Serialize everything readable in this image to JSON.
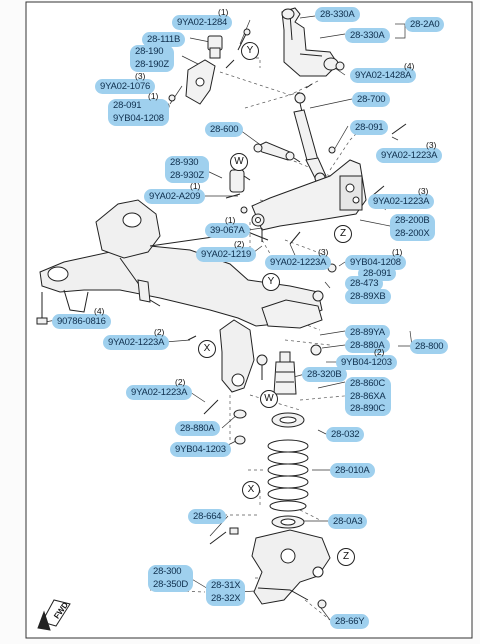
{
  "fwd_label": "FWD",
  "callouts": {
    "a28_330A_top": "28-330A",
    "a28_2A0": "28-2A0",
    "a28_330A": "28-330A",
    "a9YA02_1284": "9YA02-1284",
    "a28_111B": "28-111B",
    "a28_190": "28-190\n28-190Z",
    "a9YA02_1076": "9YA02-1076",
    "a9YA02_1428A": "9YA02-1428A",
    "a28_091_left": "28-091\n9YB04-1208",
    "a28_700": "28-700",
    "a28_600": "28-600",
    "a28_091_right": "28-091",
    "a9YA02_1223A_top": "9YA02-1223A",
    "a28_930": "28-930\n28-930Z",
    "a9YA02_A209": "9YA02-A209",
    "a9YA02_1223A_mid": "9YA02-1223A",
    "a39_067A": "39-067A",
    "a28_200B": "28-200B\n28-200X",
    "a9YA02_1219": "9YA02-1219",
    "a9YA02_1223A_c": "9YA02-1223A",
    "a9YB04_1208": "9YB04-1208",
    "a28_091_b": "28-091",
    "a28_473": "28-473",
    "a28_89XB": "28-89XB",
    "a90786_0816": "90786-0816",
    "a9YA02_1223A_left": "9YA02-1223A",
    "a28_89YA": "28-89YA",
    "a28_800": "28-800",
    "a28_880A_r": "28-880A",
    "a9YB04_1203_r": "9YB04-1203",
    "a28_320B": "28-320B",
    "a28_860C": "28-860C\n28-86XA\n28-890C",
    "a9YA02_1223A_low": "9YA02-1223A",
    "a28_880A_l": "28-880A",
    "a9YB04_1203_l": "9YB04-1203",
    "a28_032": "28-032",
    "a28_010A": "28-010A",
    "a28_664": "28-664",
    "a28_0A3": "28-0A3",
    "a28_300": "28-300\n28-350D",
    "a28_31X": "28-31X\n28-32X",
    "a28_66Y": "28-66Y"
  },
  "counts": {
    "c1": "(1)",
    "c2": "(3)",
    "c3": "(1)",
    "c4": "(4)",
    "c5": "(3)",
    "c6": "(1)",
    "c7": "(3)",
    "c8": "(1)",
    "c9": "(2)",
    "c10": "(3)",
    "c11": "(1)",
    "c12": "(4)",
    "c13": "(2)",
    "c14": "(2)",
    "c15": "(2)"
  },
  "zone_markers": {
    "y1": "Y",
    "w1": "W",
    "z1": "Z",
    "y2": "Y",
    "x1": "X",
    "w2": "W",
    "x2": "X",
    "z2": "Z"
  }
}
